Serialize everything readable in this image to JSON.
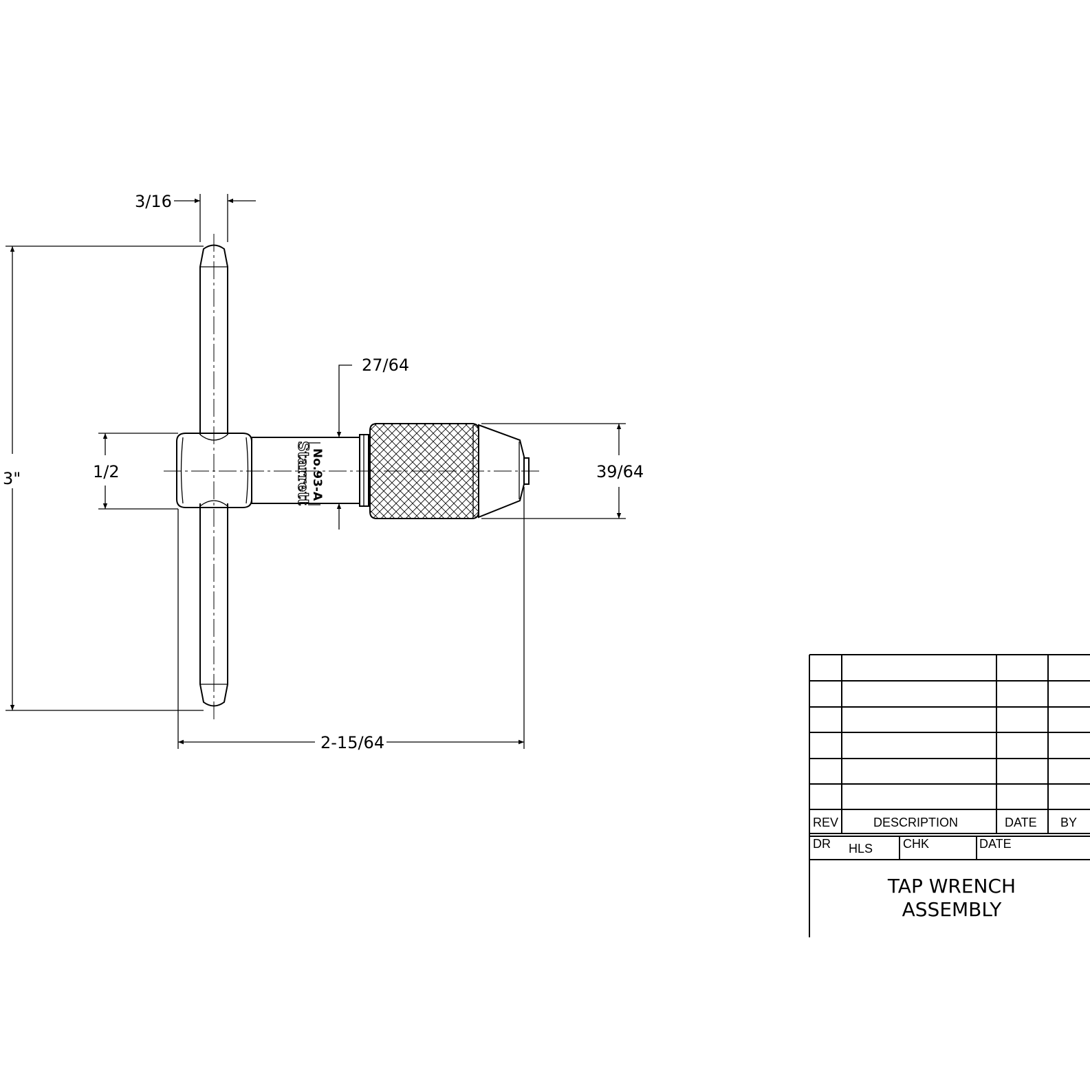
{
  "dimensions": {
    "bar_diameter": "3/16",
    "bar_length": "3\"",
    "body_diameter": "1/2",
    "neck_diameter": "27/64",
    "chuck_diameter": "39/64",
    "overall_length": "2-15/64"
  },
  "part_marking": {
    "brand": "Starrett",
    "model": "No.93-A"
  },
  "title_block": {
    "headers": {
      "rev": "REV",
      "description": "DESCRIPTION",
      "date": "DATE",
      "by": "BY"
    },
    "drawn_label": "DR",
    "drawn_by": "HLS",
    "checked_label": "CHK",
    "date_label": "DATE",
    "title_line1": "TAP WRENCH",
    "title_line2": "ASSEMBLY"
  }
}
